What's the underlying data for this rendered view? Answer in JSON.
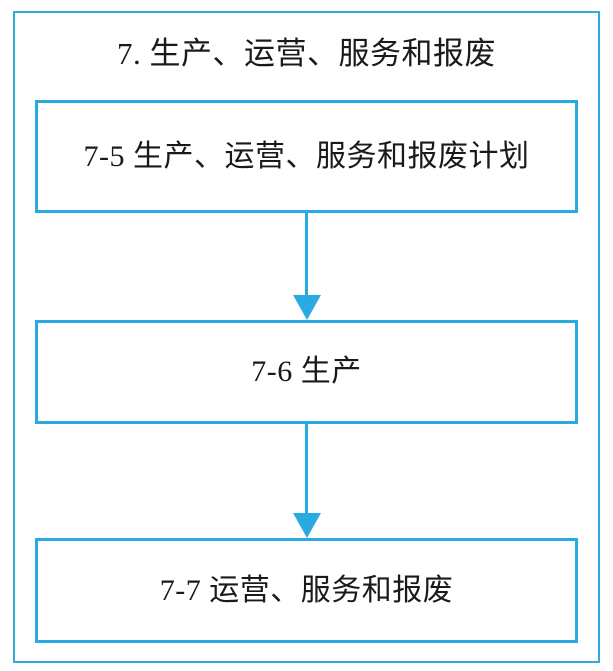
{
  "diagram": {
    "title": "7. 生产、运营、服务和报废",
    "type": "flowchart",
    "orientation": "vertical-top-to-bottom",
    "colors": {
      "frame_border": "#35a8dc",
      "node_border": "#29abe2",
      "arrow": "#29abe2",
      "node_fill": "#ffffff",
      "text": "#1a1a1a",
      "background": "#ffffff"
    },
    "nodes": [
      {
        "id": "7-5",
        "label": "7-5 生产、运营、服务和报废计划"
      },
      {
        "id": "7-6",
        "label": "7-6 生产"
      },
      {
        "id": "7-7",
        "label": "7-7 运营、服务和报废"
      }
    ],
    "connectors": [
      {
        "from": "7-5",
        "to": "7-6",
        "icon": "down-arrow-icon"
      },
      {
        "from": "7-6",
        "to": "7-7",
        "icon": "down-arrow-icon"
      }
    ]
  }
}
